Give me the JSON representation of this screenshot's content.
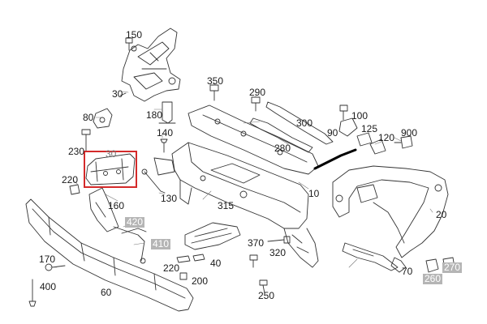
{
  "highlight_color": "#d42a2a",
  "diagram": {
    "callouts": {
      "c150": "150",
      "c30a": "30",
      "c180": "180",
      "c350": "350",
      "c290": "290",
      "c80": "80",
      "c100": "100",
      "c300": "300",
      "c90": "90",
      "c125": "125",
      "c120": "120",
      "c900": "900",
      "c140": "140",
      "c280": "280",
      "c230": "230",
      "c30b": "30",
      "c220a": "220",
      "c130": "130",
      "c160": "160",
      "c315": "315",
      "c10": "10",
      "c20": "20",
      "c420": "420",
      "c410": "410",
      "c170": "170",
      "c370": "370",
      "c320": "320",
      "c40": "40",
      "c220b": "220",
      "c200": "200",
      "c400": "400",
      "c60": "60",
      "c250": "250",
      "c70": "70",
      "c260": "260",
      "c270": "270"
    }
  }
}
